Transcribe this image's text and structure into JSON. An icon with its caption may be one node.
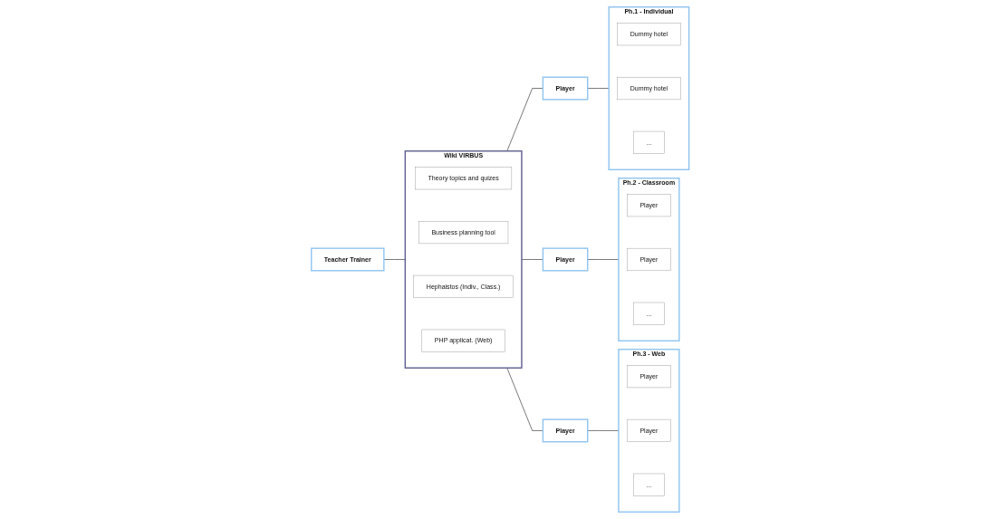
{
  "diagram": {
    "nodes": [
      {
        "text": [
          "Teacher Trainer"
        ]
      },
      {
        "text": [
          "Wiki VIRBUS"
        ]
      },
      {
        "text": [
          "Theory topics and quizes"
        ],
        "in": 1
      },
      {
        "text": [
          "Business planning tool"
        ],
        "in": 1
      },
      {
        "text": [
          "Hephaistos (Indiv., Class.)"
        ],
        "in": 1
      },
      {
        "text": [
          "PHP applicat. (Web)"
        ],
        "in": 1
      },
      {
        "text": [
          "Player"
        ]
      },
      {
        "text": [
          "Player"
        ]
      },
      {
        "text": [
          "Player"
        ]
      },
      {
        "text": [
          "Ph.1 - Individual"
        ]
      },
      {
        "text": [
          "Dummy hotel"
        ],
        "in": 9
      },
      {
        "text": [
          "Dummy hotel"
        ],
        "in": 9
      },
      {
        "text": [
          "..."
        ],
        "in": 9
      },
      {
        "text": [
          "Ph.2 - Classroom"
        ]
      },
      {
        "text": [
          "Player"
        ],
        "in": 13
      },
      {
        "text": [
          "Player"
        ],
        "in": 13
      },
      {
        "text": [
          "..."
        ],
        "in": 13
      },
      {
        "text": [
          "Ph.3 - Web"
        ]
      },
      {
        "text": [
          "Player"
        ],
        "in": 17
      },
      {
        "text": [
          "Player"
        ],
        "in": 17
      },
      {
        "text": [
          "..."
        ],
        "in": 17
      }
    ],
    "edges": [
      {
        "from": 0,
        "to": 1,
        "arrow": "none"
      },
      {
        "from": 1,
        "to": 6,
        "arrow": "none"
      },
      {
        "from": 1,
        "to": 7,
        "arrow": "none"
      },
      {
        "from": 1,
        "to": 8,
        "arrow": "none"
      },
      {
        "from": 6,
        "to": 9,
        "arrow": "none"
      },
      {
        "from": 7,
        "to": 13,
        "arrow": "none"
      },
      {
        "from": 8,
        "to": 17,
        "arrow": "none"
      }
    ]
  }
}
